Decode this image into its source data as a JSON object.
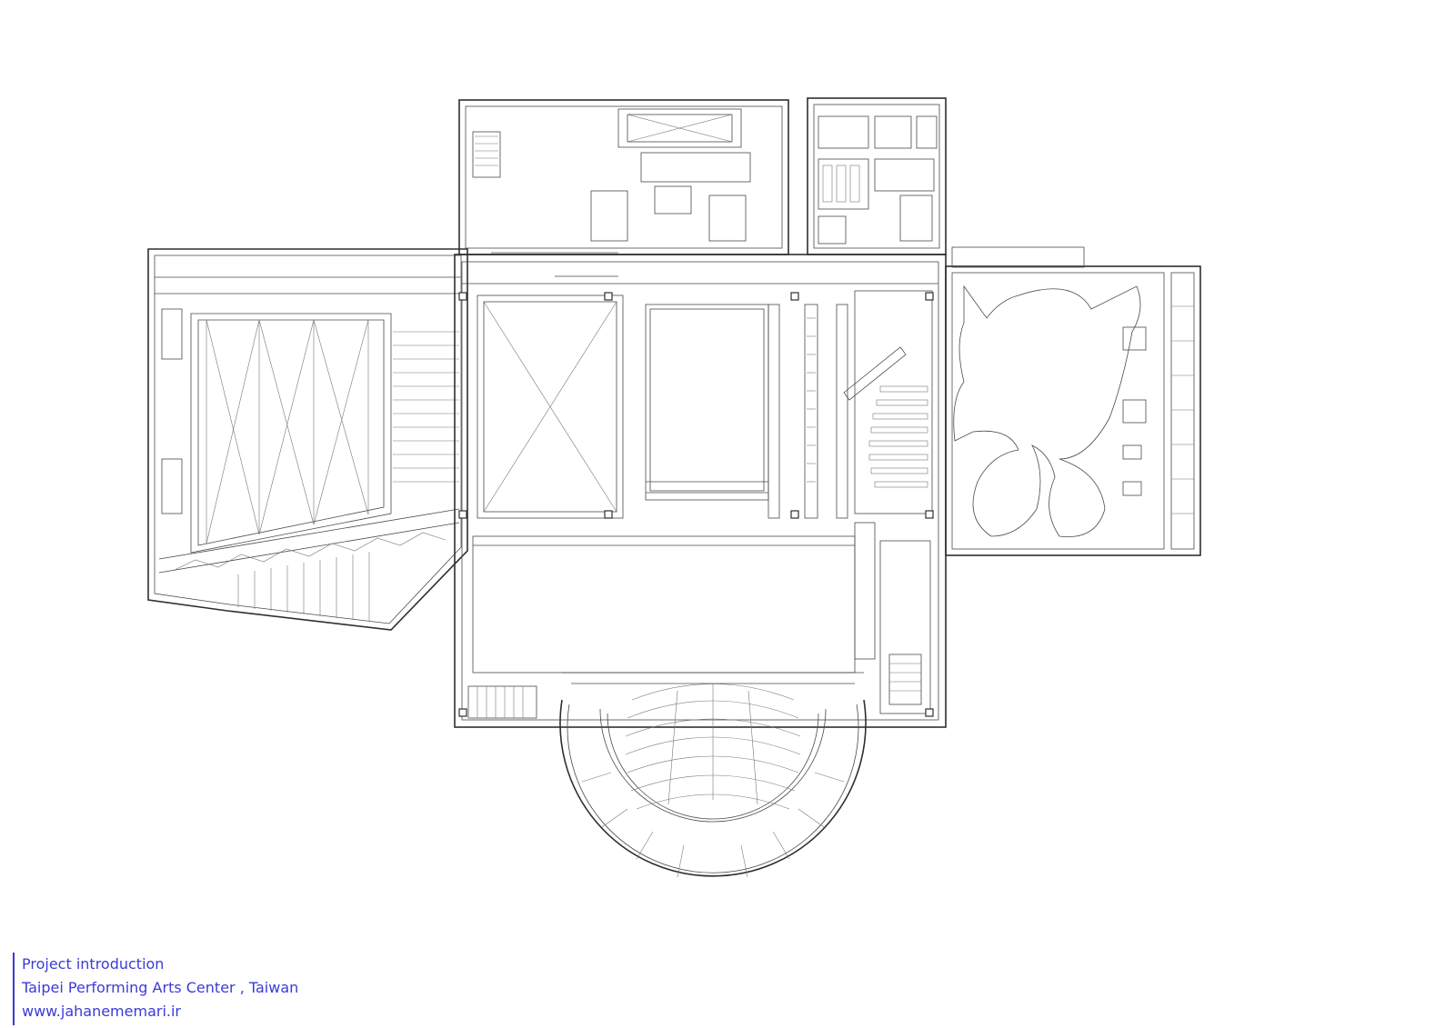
{
  "caption": {
    "line1": "Project introduction",
    "line2": "Taipei Performing Arts Center , Taiwan",
    "line3": "www.jahanememari.ir"
  },
  "colors": {
    "caption_text": "#3b3bd6",
    "line_work": "#2f2f2f",
    "background": "#ffffff"
  }
}
